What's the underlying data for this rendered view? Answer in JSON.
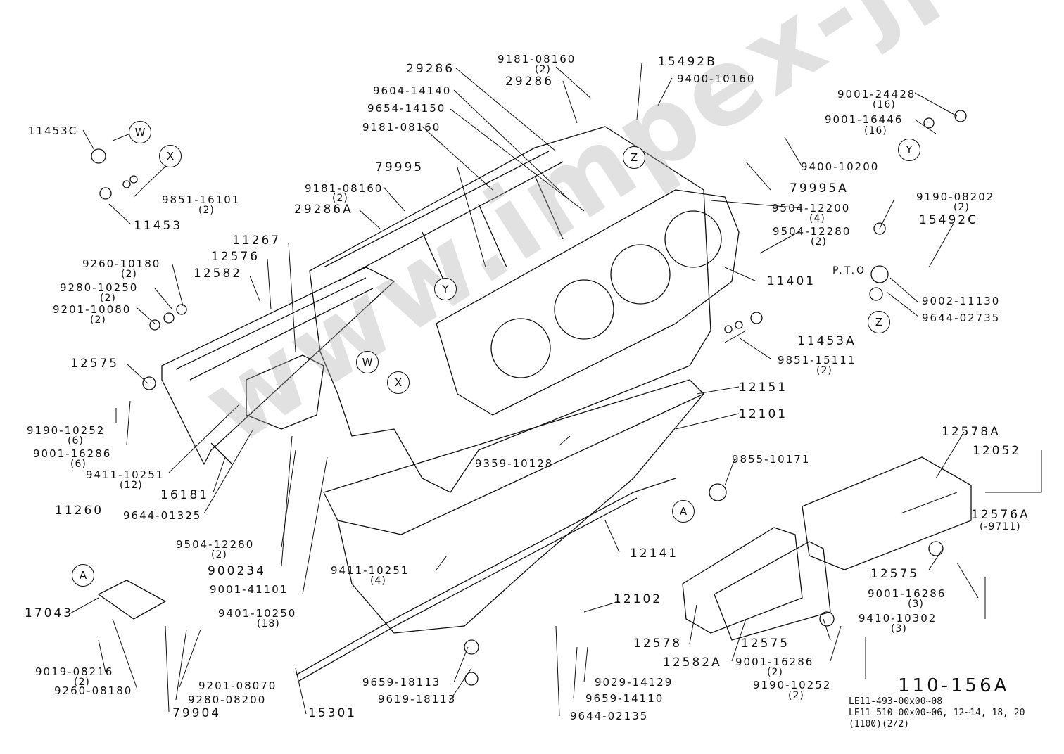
{
  "diagram": {
    "title": "110-156A",
    "applicability": [
      "LE11-493-00x00~08",
      "LE11-510-00x00~06, 12~14, 18, 20",
      "(1100)(2/2)"
    ],
    "watermark": "www.impex-jp.com",
    "pto_label": "P.T.O",
    "reference_markers": [
      "W",
      "X",
      "Y",
      "Z",
      "A"
    ]
  },
  "parts": [
    {
      "id": "p01",
      "number": "11453C",
      "qty": ""
    },
    {
      "id": "p02",
      "number": "9851-16101",
      "qty": "(2)"
    },
    {
      "id": "p03",
      "number": "11453",
      "qty": ""
    },
    {
      "id": "p04",
      "number": "29286",
      "qty": ""
    },
    {
      "id": "p05",
      "number": "9604-14140",
      "qty": ""
    },
    {
      "id": "p06",
      "number": "9654-14150",
      "qty": ""
    },
    {
      "id": "p07",
      "number": "9181-08160",
      "qty": ""
    },
    {
      "id": "p08",
      "number": "9181-08160",
      "qty": "(2)"
    },
    {
      "id": "p09",
      "number": "29286",
      "qty": ""
    },
    {
      "id": "p10",
      "number": "15492B",
      "qty": ""
    },
    {
      "id": "p11",
      "number": "9400-10160",
      "qty": ""
    },
    {
      "id": "p12",
      "number": "79995",
      "qty": ""
    },
    {
      "id": "p13",
      "number": "9181-08160",
      "qty": "(2)"
    },
    {
      "id": "p14",
      "number": "29286A",
      "qty": ""
    },
    {
      "id": "p15",
      "number": "9001-24428",
      "qty": "(16)"
    },
    {
      "id": "p16",
      "number": "9001-16446",
      "qty": "(16)"
    },
    {
      "id": "p17",
      "number": "9400-10200",
      "qty": ""
    },
    {
      "id": "p18",
      "number": "79995A",
      "qty": ""
    },
    {
      "id": "p19",
      "number": "9504-12200",
      "qty": "(4)"
    },
    {
      "id": "p20",
      "number": "9504-12280",
      "qty": "(2)"
    },
    {
      "id": "p21",
      "number": "11401",
      "qty": ""
    },
    {
      "id": "p22",
      "number": "9190-08202",
      "qty": "(2)"
    },
    {
      "id": "p23",
      "number": "15492C",
      "qty": ""
    },
    {
      "id": "p24",
      "number": "9002-11130",
      "qty": ""
    },
    {
      "id": "p25",
      "number": "9644-02735",
      "qty": ""
    },
    {
      "id": "p26",
      "number": "11267",
      "qty": ""
    },
    {
      "id": "p27",
      "number": "12576",
      "qty": ""
    },
    {
      "id": "p28",
      "number": "12582",
      "qty": ""
    },
    {
      "id": "p29",
      "number": "9260-10180",
      "qty": "(2)"
    },
    {
      "id": "p30",
      "number": "9280-10250",
      "qty": "(2)"
    },
    {
      "id": "p31",
      "number": "9201-10080",
      "qty": "(2)"
    },
    {
      "id": "p32",
      "number": "12575",
      "qty": ""
    },
    {
      "id": "p33",
      "number": "9190-10252",
      "qty": "(6)"
    },
    {
      "id": "p34",
      "number": "9001-16286",
      "qty": "(6)"
    },
    {
      "id": "p35",
      "number": "9411-10251",
      "qty": "(12)"
    },
    {
      "id": "p36",
      "number": "16181",
      "qty": ""
    },
    {
      "id": "p37",
      "number": "11260",
      "qty": ""
    },
    {
      "id": "p38",
      "number": "9644-01325",
      "qty": ""
    },
    {
      "id": "p39",
      "number": "9504-12280",
      "qty": "(2)"
    },
    {
      "id": "p40",
      "number": "900234",
      "qty": ""
    },
    {
      "id": "p41",
      "number": "9001-41101",
      "qty": ""
    },
    {
      "id": "p42",
      "number": "9401-10250",
      "qty": "(18)"
    },
    {
      "id": "p43",
      "number": "11453A",
      "qty": ""
    },
    {
      "id": "p44",
      "number": "9851-15111",
      "qty": "(2)"
    },
    {
      "id": "p45",
      "number": "12151",
      "qty": ""
    },
    {
      "id": "p46",
      "number": "12101",
      "qty": ""
    },
    {
      "id": "p47",
      "number": "9359-10128",
      "qty": ""
    },
    {
      "id": "p48",
      "number": "9855-10171",
      "qty": ""
    },
    {
      "id": "p49",
      "number": "12578A",
      "qty": ""
    },
    {
      "id": "p50",
      "number": "12052",
      "qty": ""
    },
    {
      "id": "p51",
      "number": "12576A",
      "qty": "(-9711)"
    },
    {
      "id": "p52",
      "number": "12141",
      "qty": ""
    },
    {
      "id": "p53",
      "number": "9411-10251",
      "qty": "(4)"
    },
    {
      "id": "p54",
      "number": "12102",
      "qty": ""
    },
    {
      "id": "p55",
      "number": "12575",
      "qty": ""
    },
    {
      "id": "p56",
      "number": "9001-16286",
      "qty": "(3)"
    },
    {
      "id": "p57",
      "number": "9410-10302",
      "qty": "(3)"
    },
    {
      "id": "p58",
      "number": "12578",
      "qty": ""
    },
    {
      "id": "p59",
      "number": "12582A",
      "qty": ""
    },
    {
      "id": "p60",
      "number": "12575",
      "qty": ""
    },
    {
      "id": "p61",
      "number": "9001-16286",
      "qty": "(2)"
    },
    {
      "id": "p62",
      "number": "9190-10252",
      "qty": "(2)"
    },
    {
      "id": "p63",
      "number": "17043",
      "qty": ""
    },
    {
      "id": "p64",
      "number": "9019-08216",
      "qty": "(2)"
    },
    {
      "id": "p65",
      "number": "9260-08180",
      "qty": ""
    },
    {
      "id": "p66",
      "number": "9201-08070",
      "qty": ""
    },
    {
      "id": "p67",
      "number": "9280-08200",
      "qty": ""
    },
    {
      "id": "p68",
      "number": "79904",
      "qty": ""
    },
    {
      "id": "p69",
      "number": "15301",
      "qty": ""
    },
    {
      "id": "p70",
      "number": "9659-18113",
      "qty": ""
    },
    {
      "id": "p71",
      "number": "9619-18113",
      "qty": ""
    },
    {
      "id": "p72",
      "number": "9029-14129",
      "qty": ""
    },
    {
      "id": "p73",
      "number": "9659-14110",
      "qty": ""
    },
    {
      "id": "p74",
      "number": "9644-02135",
      "qty": ""
    }
  ]
}
